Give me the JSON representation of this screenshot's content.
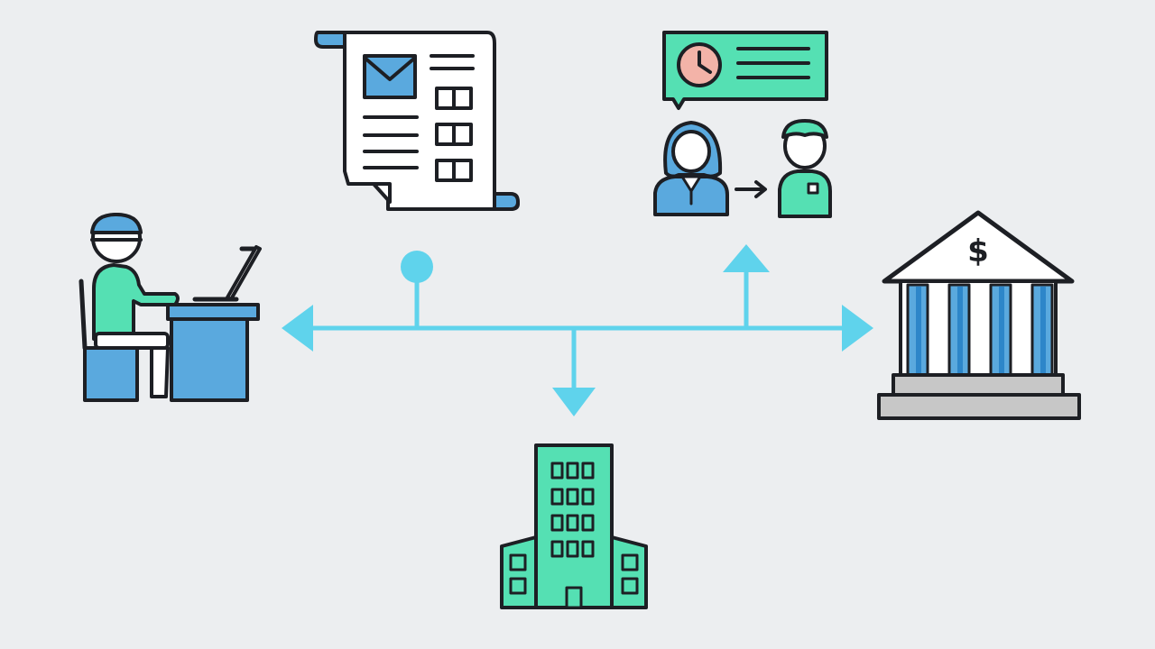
{
  "colors": {
    "background": "#eceef0",
    "connector": "#5fd3ec",
    "outline": "#1d1f24",
    "blue": "#5aa9de",
    "mint": "#55e0b3",
    "paper": "#ffffff",
    "clock_face": "#f3b3a8",
    "gray": "#c7c7c7"
  },
  "nodes": [
    {
      "id": "remote-worker",
      "icon": "person-at-laptop-icon"
    },
    {
      "id": "document",
      "icon": "invoice-document-icon"
    },
    {
      "id": "meeting",
      "icon": "scheduled-meeting-icon"
    },
    {
      "id": "bank",
      "icon": "bank-icon",
      "symbol": "$"
    },
    {
      "id": "office",
      "icon": "office-building-icon"
    }
  ],
  "connector": {
    "arrows": [
      "left",
      "right",
      "up",
      "down"
    ],
    "pin": true
  }
}
